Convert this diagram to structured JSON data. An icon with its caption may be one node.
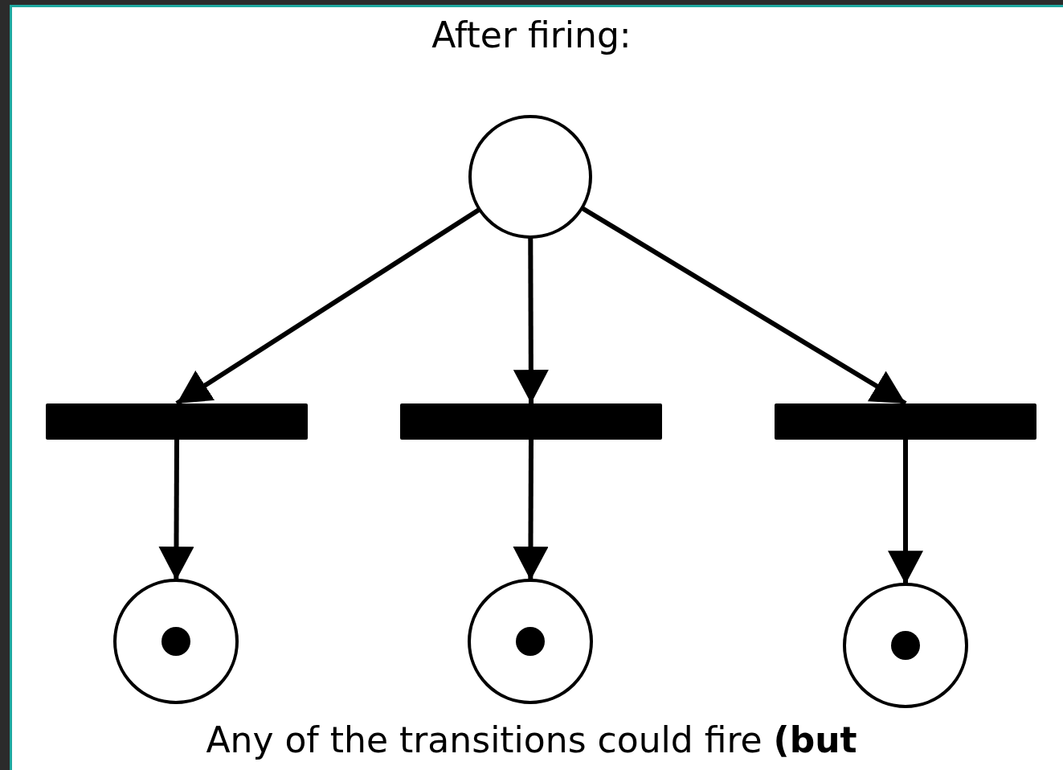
{
  "diagram": {
    "title": "After firing:",
    "caption": "Any of the transitions could fire **(but**",
    "nodes": [
      {
        "text": [],
        "shape": "circle"
      },
      {
        "text": [],
        "shape": "bar"
      },
      {
        "text": [],
        "shape": "bar"
      },
      {
        "text": [],
        "shape": "bar"
      },
      {
        "text": [],
        "shape": "circle"
      },
      {
        "text": [],
        "shape": "circle"
      },
      {
        "text": [],
        "shape": "circle"
      }
    ],
    "edges": [
      {
        "from": 0,
        "to": 1,
        "arrow": "to"
      },
      {
        "from": 0,
        "to": 2,
        "arrow": "to"
      },
      {
        "from": 0,
        "to": 3,
        "arrow": "to"
      },
      {
        "from": 1,
        "to": 4,
        "arrow": "to"
      },
      {
        "from": 2,
        "to": 5,
        "arrow": "to"
      },
      {
        "from": 3,
        "to": 6,
        "arrow": "to"
      }
    ]
  }
}
